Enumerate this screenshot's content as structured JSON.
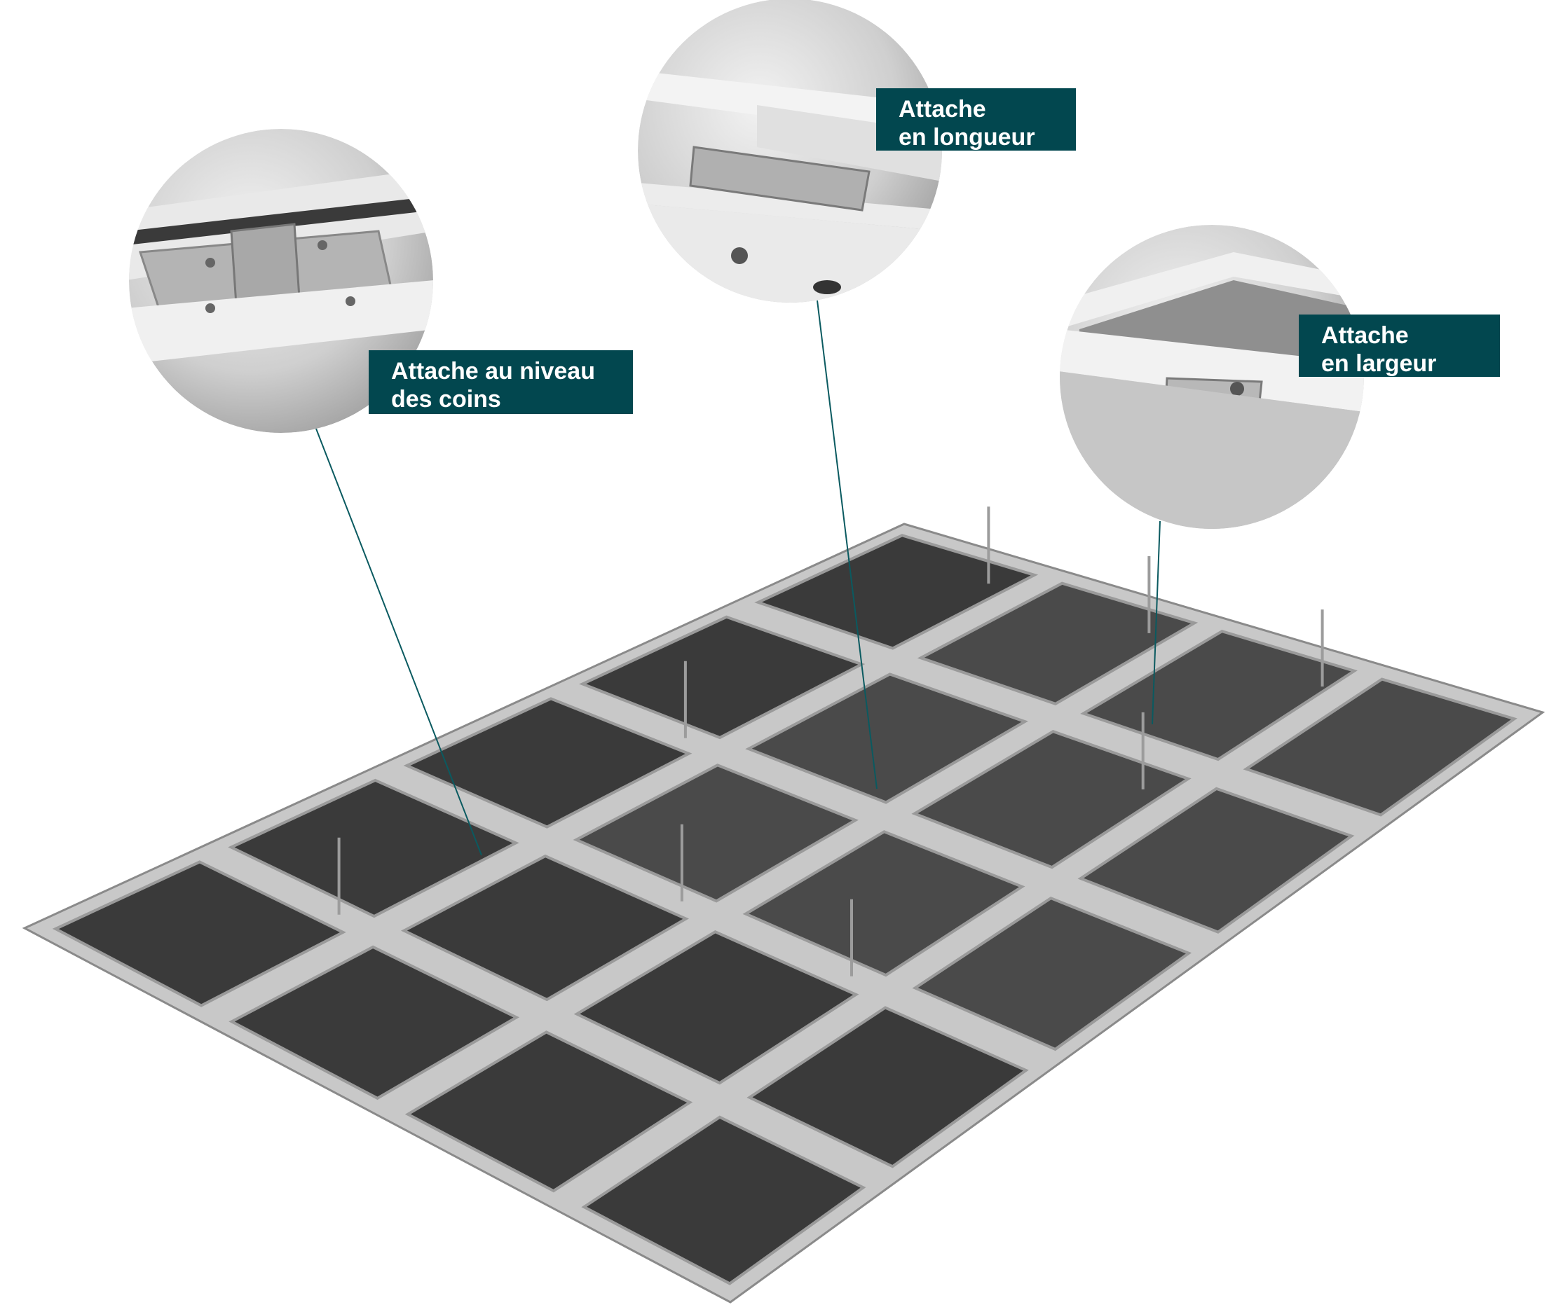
{
  "callouts": [
    {
      "id": "corners",
      "line1": "Attache au niveau",
      "line2": "des coins"
    },
    {
      "id": "length",
      "line1": "Attache",
      "line2": "en longueur"
    },
    {
      "id": "width",
      "line1": "Attache",
      "line2": "en largeur"
    }
  ],
  "colors": {
    "label_bg": "#02474f",
    "leader_line": "#0a5a60",
    "panel": "#3a3a3a",
    "frame": "#c8c8c8"
  },
  "grid": {
    "panels_long": 5,
    "panels_short": 4
  }
}
